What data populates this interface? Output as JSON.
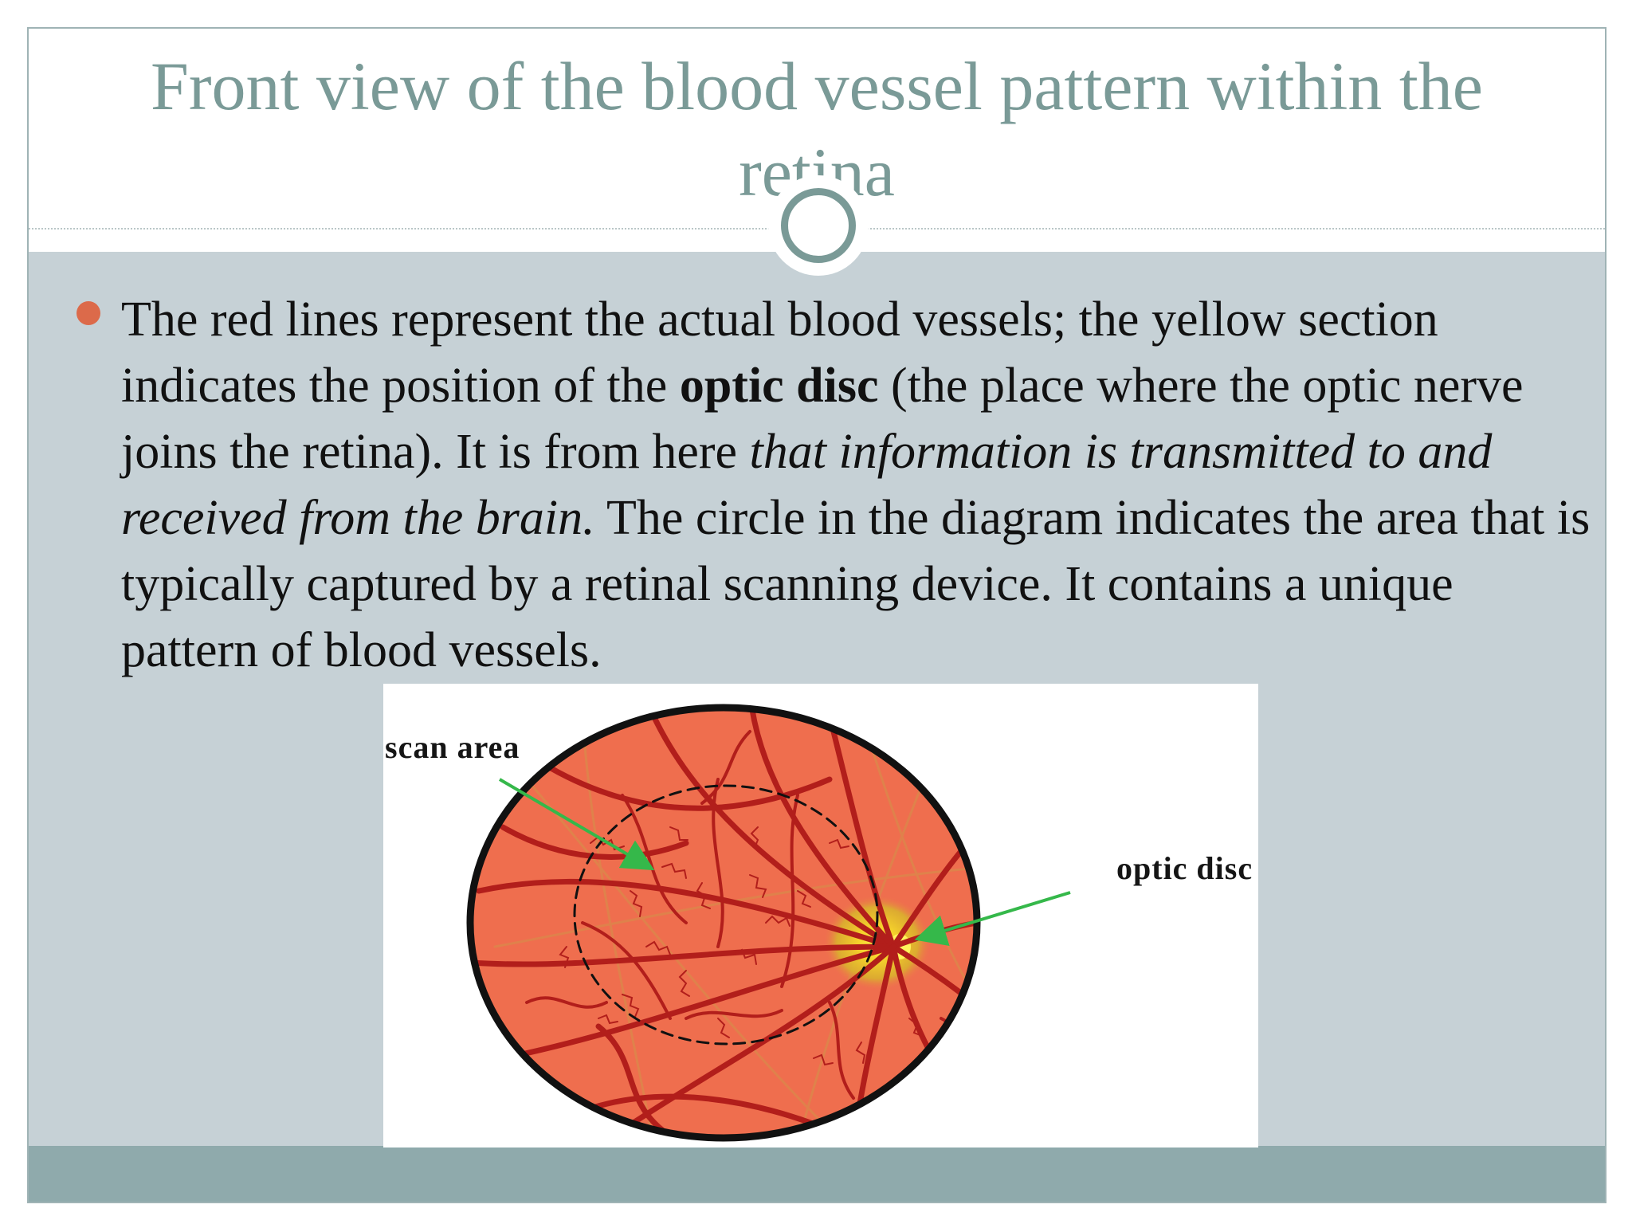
{
  "slide": {
    "title": "Front view of the blood vessel pattern within the retina",
    "bullet": {
      "text_1": "The red lines represent the actual blood vessels; the yellow section indicates the position of the ",
      "bold_1": "optic disc",
      "text_2": " (the place where the optic nerve joins the retina). It is from here ",
      "italic_1": "that information is transmitted to and received from the brain.",
      "text_3": " The circle in the diagram indicates the area that is typically captured by a retinal scanning device. It contains a unique pattern of blood vessels."
    }
  },
  "figure": {
    "label_scan": "scan area",
    "label_disc": "optic disc",
    "colors": {
      "retina": "#ef6e4e",
      "vessel": "#b21e1b",
      "disc_glow": "#d9b52b",
      "disc_core": "#f5d22b",
      "arrow": "#35b84a",
      "outline": "#111111"
    }
  },
  "theme": {
    "title_color": "#7a9a97",
    "content_bg": "#c6d1d6",
    "footer_bg": "#8faaac",
    "bullet_color": "#dc6a4a"
  }
}
